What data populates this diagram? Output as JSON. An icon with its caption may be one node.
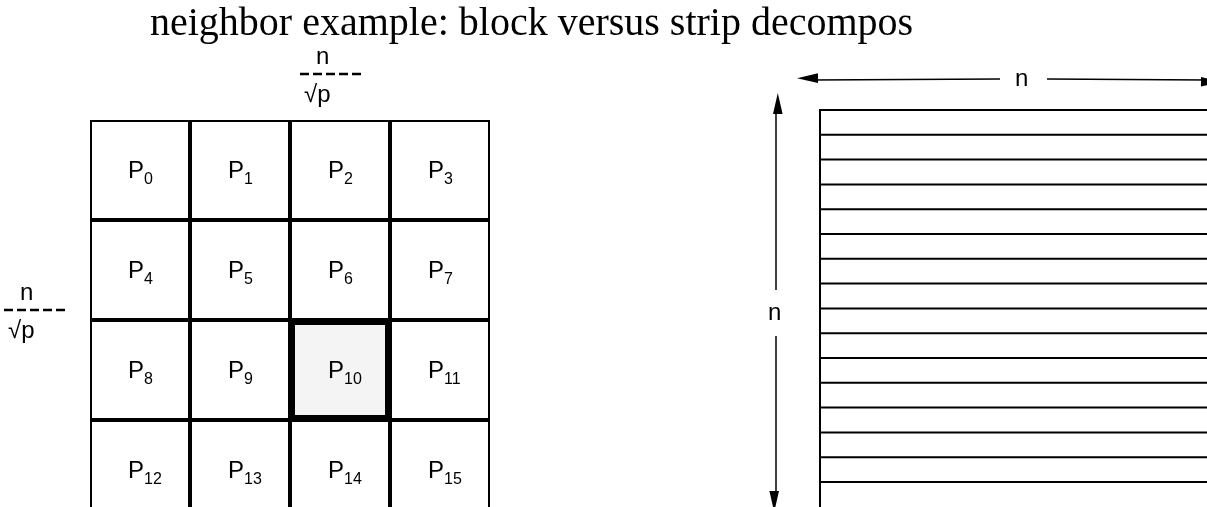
{
  "diagram": {
    "title": "neighbor example: block versus strip decompos",
    "labels": [
      "n",
      "√p",
      "n",
      "P$_{0}$",
      "P$_{1}$",
      "P$_{2}$",
      "P$_{3}$",
      "P$_{4}$",
      "P$_{5}$",
      "P$_{6}$",
      "P$_{7}$",
      "n",
      "√p",
      "n",
      "P$_{8}$",
      "P$_{9}$",
      "P$_{10}$",
      "P$_{11}$",
      "P$_{12}$",
      "P$_{13}$",
      "P$_{14}$",
      "P$_{15}$"
    ]
  }
}
